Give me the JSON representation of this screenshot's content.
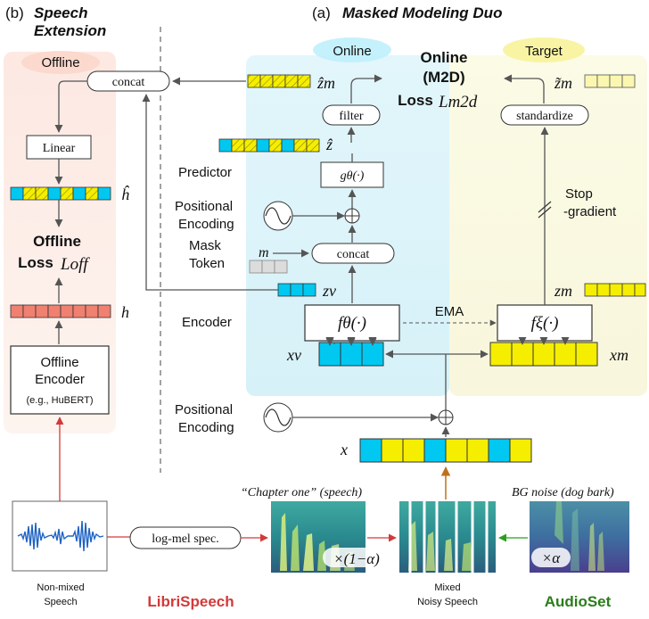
{
  "sections": {
    "extension_prefix": "(b)",
    "extension_title_line1": "Speech",
    "extension_title_line2": "Extension",
    "m2d_prefix": "(a)",
    "m2d_title": "Masked Modeling Duo"
  },
  "tags": {
    "offline": "Offline",
    "online": "Online",
    "target": "Target"
  },
  "boxes": {
    "concat_top": "concat",
    "linear": "Linear",
    "filter": "filter",
    "standardize": "standardize",
    "g_theta": "gθ(·)",
    "concat_mid": "concat",
    "f_theta": "fθ(·)",
    "f_xi": "fξ(·)",
    "offline_encoder_line1": "Offline",
    "offline_encoder_line2": "Encoder",
    "offline_encoder_line3": "(e.g., HuBERT)",
    "log_mel": "log-mel spec."
  },
  "labels": {
    "online_loss_line1": "Online",
    "online_loss_line2": "(M2D)",
    "online_loss_line3": "Loss",
    "online_loss_symbol": "Lm2d",
    "offline_loss_line1": "Offline",
    "offline_loss_line2": "Loss",
    "offline_loss_symbol": "Loff",
    "predictor": "Predictor",
    "pos_enc_top_line1": "Positional",
    "pos_enc_top_line2": "Encoding",
    "mask_token_line1": "Mask",
    "mask_token_line2": "Token",
    "encoder": "Encoder",
    "pos_enc_bottom_line1": "Positional",
    "pos_enc_bottom_line2": "Encoding",
    "stop_gradient_line1": "Stop",
    "stop_gradient_line2": "-gradient",
    "ema": "EMA"
  },
  "symbols": {
    "z_hat_m": "ẑm",
    "z_tilde_m": "z̃m",
    "z_hat": "ẑ",
    "h_hat": "ĥ",
    "h": "h",
    "m": "m",
    "z_v": "zv",
    "z_m": "zm",
    "x_v": "xv",
    "x_m": "xm",
    "x": "x",
    "alpha_mix": "×(1−α)",
    "alpha": "×α"
  },
  "bottom": {
    "speech_caption": "“Chapter one” (speech)",
    "noise_caption": "BG noise (dog bark)",
    "nonmixed_line1": "Non-mixed",
    "nonmixed_line2": "Speech",
    "mixed_line1": "Mixed",
    "mixed_line2": "Noisy Speech",
    "librispeech": "LibriSpeech",
    "audioset": "AudioSet"
  },
  "colors": {
    "online_cyan": "#00c8f0",
    "target_yellow": "#f5ee00",
    "offline_red": "#f08080",
    "librispeech_red": "#d23a3a",
    "audioset_green": "#2a7d1a",
    "arrow_orange": "#c0701c"
  }
}
